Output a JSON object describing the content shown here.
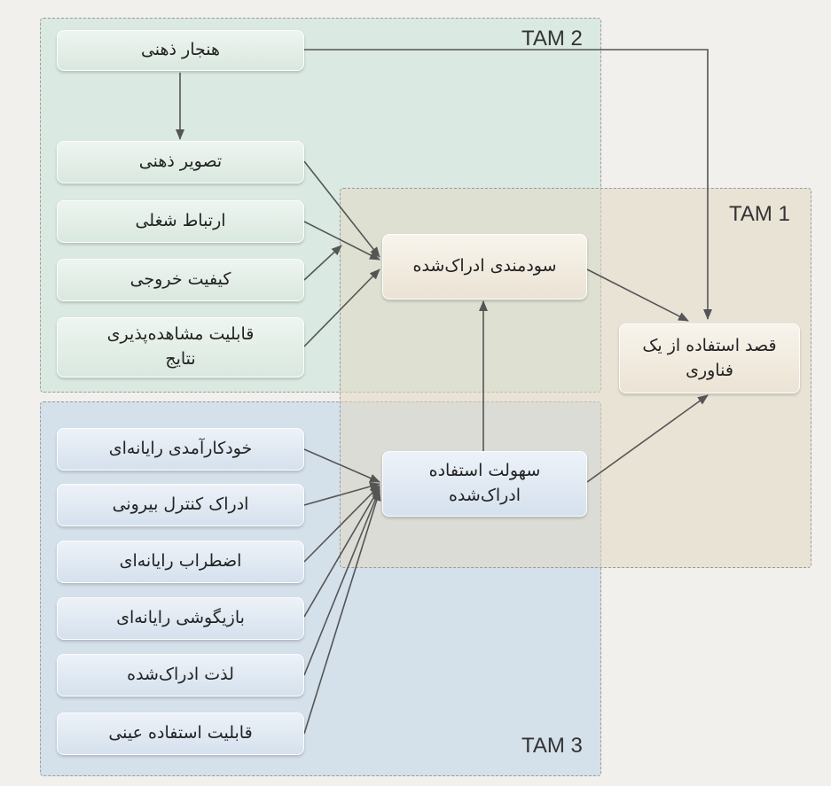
{
  "regions": {
    "tam1": "TAM 1",
    "tam2": "TAM 2",
    "tam3": "TAM 3"
  },
  "nodes": {
    "subjective_norm": "هنجار ذهنی",
    "image": "تصویر ذهنی",
    "job_relevance": "ارتباط شغلی",
    "output_quality": "کیفیت خروجی",
    "result_demonstrability": "قابلیت مشاهده‌پذیری نتایج",
    "computer_self_efficacy": "خودکارآمدی رایانه‌ای",
    "perception_external_control": "ادراک کنترل بیرونی",
    "computer_anxiety": "اضطراب رایانه‌ای",
    "computer_playfulness": "بازیگوشی رایانه‌ای",
    "perceived_enjoyment": "لذت ادراک‌شده",
    "objective_usability": "قابلیت استفاده عینی",
    "perceived_usefulness": "سودمندی ادراک‌شده",
    "perceived_ease_of_use": "سهولت استفاده ادراک‌شده",
    "intention_to_use": "قصد استفاده از یک فناوری"
  },
  "colors": {
    "arrow": "#555555",
    "tam2_bg": "#d6e8e0",
    "tam3_bg": "#d0deea",
    "tam1_bg": "#e2d8c4"
  }
}
